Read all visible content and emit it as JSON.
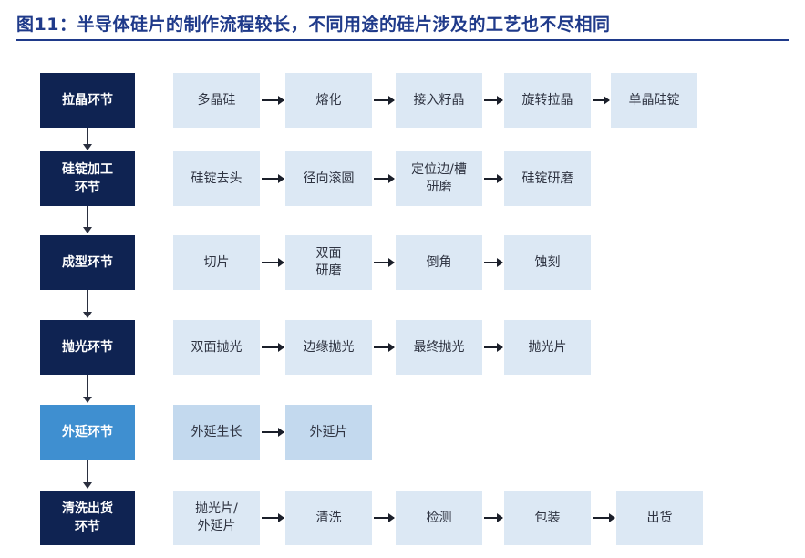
{
  "title": "图11：半导体硅片的制作流程较长，不同用途的硅片涉及的工艺也不尽相同",
  "rows": [
    {
      "stage": "拉晶环节",
      "steps": [
        "多晶硅",
        "熔化",
        "接入籽晶",
        "旋转拉晶",
        "单晶硅锭"
      ]
    },
    {
      "stage": "硅锭加工\n环节",
      "steps": [
        "硅锭去头",
        "径向滚圆",
        "定位边/槽\n研磨",
        "硅锭研磨"
      ]
    },
    {
      "stage": "成型环节",
      "steps": [
        "切片",
        "双面\n研磨",
        "倒角",
        "蚀刻"
      ]
    },
    {
      "stage": "抛光环节",
      "steps": [
        "双面抛光",
        "边缘抛光",
        "最终抛光",
        "抛光片"
      ]
    },
    {
      "stage": "外延环节",
      "steps": [
        "外延生长",
        "外延片"
      ]
    },
    {
      "stage": "清洗出货\n环节",
      "steps": [
        "抛光片/\n外延片",
        "清洗",
        "检测",
        "包装",
        "出货"
      ]
    }
  ],
  "colors": {
    "title": "#1f3a8a",
    "stage": "#0f2352",
    "stage_highlight": "#3f8fd0",
    "step": "#dce8f4",
    "step_highlight": "#c3d9ee"
  }
}
